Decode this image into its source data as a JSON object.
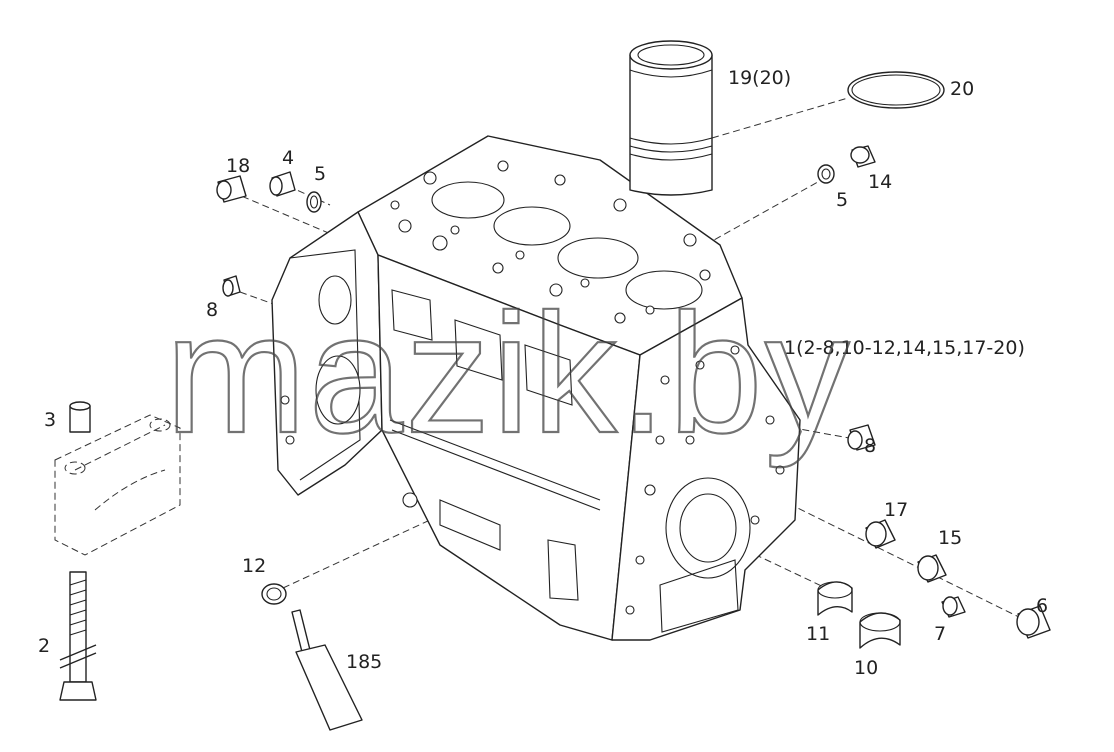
{
  "diagram": {
    "watermark": "mazik.by",
    "labels": {
      "block": "1(2-8,10-12,14,15,17-20)",
      "bolt": "2",
      "bushing": "3",
      "plug_4": "4",
      "ring_5_left": "5",
      "ring_5_right": "5",
      "cap_6": "6",
      "plug_7": "7",
      "plug_8_left": "8",
      "plug_8_right": "8",
      "bearing_10": "10",
      "bearing_11": "11",
      "seal_12": "12",
      "plug_14": "14",
      "bush_15": "15",
      "bush_17": "17",
      "plug_18": "18",
      "liner": "19(20)",
      "oring_20": "20",
      "sealant": "185"
    }
  }
}
